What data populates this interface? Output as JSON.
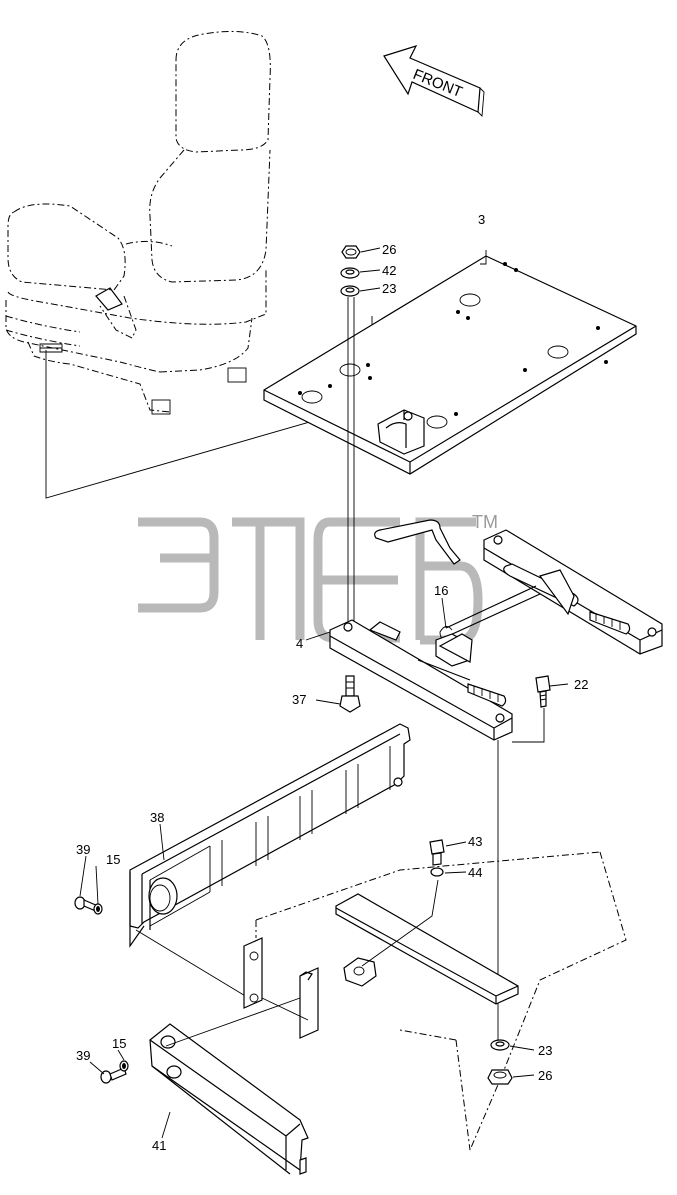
{
  "front_label": "FRONT",
  "watermark": {
    "tm": "TM"
  },
  "callouts": [
    {
      "id": "c26a",
      "text": "26"
    },
    {
      "id": "c42",
      "text": "42"
    },
    {
      "id": "c23a",
      "text": "23"
    },
    {
      "id": "c3",
      "text": "3"
    },
    {
      "id": "c16",
      "text": "16"
    },
    {
      "id": "c4",
      "text": "4"
    },
    {
      "id": "c22",
      "text": "22"
    },
    {
      "id": "c37",
      "text": "37"
    },
    {
      "id": "c38",
      "text": "38"
    },
    {
      "id": "c39a",
      "text": "39"
    },
    {
      "id": "c15a",
      "text": "15"
    },
    {
      "id": "c43",
      "text": "43"
    },
    {
      "id": "c44",
      "text": "44"
    },
    {
      "id": "c39b",
      "text": "39"
    },
    {
      "id": "c15b",
      "text": "15"
    },
    {
      "id": "c23b",
      "text": "23"
    },
    {
      "id": "c26b",
      "text": "26"
    },
    {
      "id": "c41",
      "text": "41"
    }
  ]
}
